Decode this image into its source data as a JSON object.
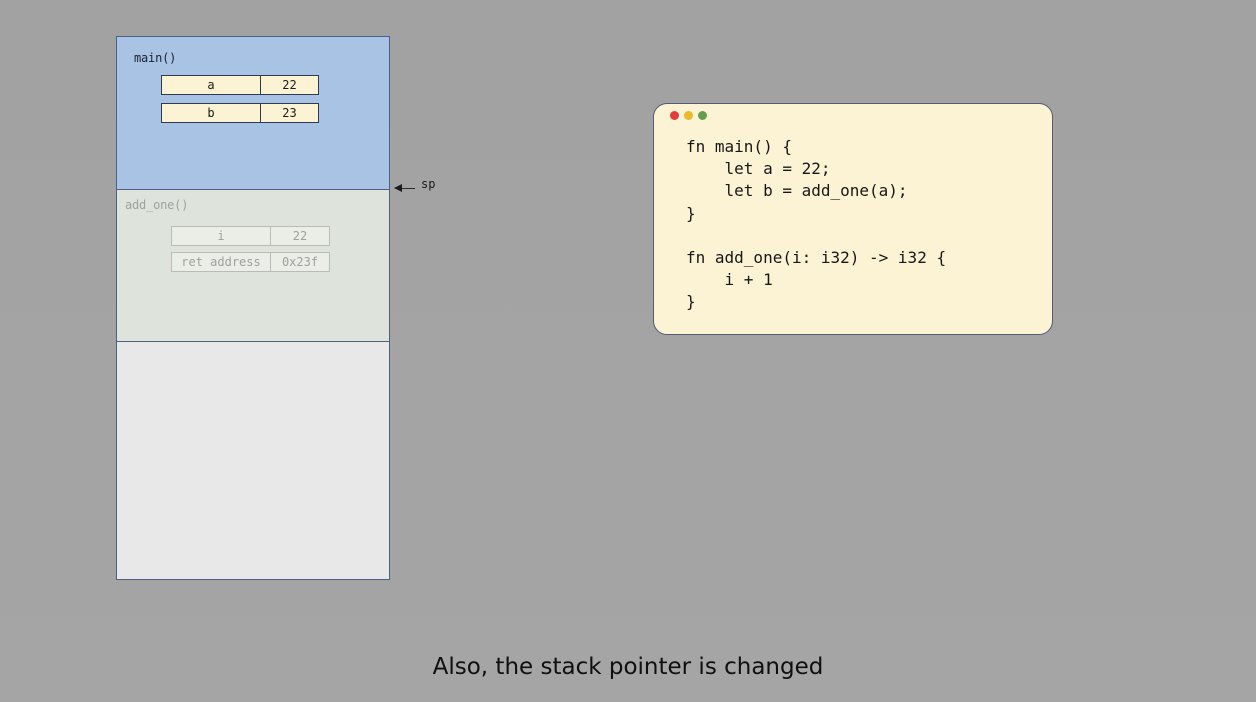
{
  "stack": {
    "frames": [
      {
        "label": "main()",
        "state": "active",
        "variables": [
          {
            "name": "a",
            "value": "22"
          },
          {
            "name": "b",
            "value": "23"
          }
        ]
      },
      {
        "label": "add_one()",
        "state": "faded",
        "variables": [
          {
            "name": "i",
            "value": "22"
          },
          {
            "name": "ret address",
            "value": "0x23f"
          }
        ]
      }
    ],
    "pointer_label": "sp"
  },
  "code_window": {
    "lines": [
      "fn main() {",
      "    let a = 22;",
      "    let b = add_one(a);",
      "}",
      "",
      "fn add_one(i: i32) -> i32 {",
      "    i + 1",
      "}"
    ]
  },
  "caption": "Also, the stack pointer is changed",
  "colors": {
    "background": "#a3a3a3",
    "main_frame": "#a8c3e4",
    "add_one_frame": "#dee3dc",
    "empty_stack": "#e8e8e8",
    "variable_cell": "#fcf3d5",
    "code_window": "#fcf3d5",
    "dot_red": "#e23b3b",
    "dot_yellow": "#e9b929",
    "dot_green": "#62a04c"
  },
  "icons": [
    "red-window-dot",
    "yellow-window-dot",
    "green-window-dot",
    "arrow-left-icon"
  ]
}
